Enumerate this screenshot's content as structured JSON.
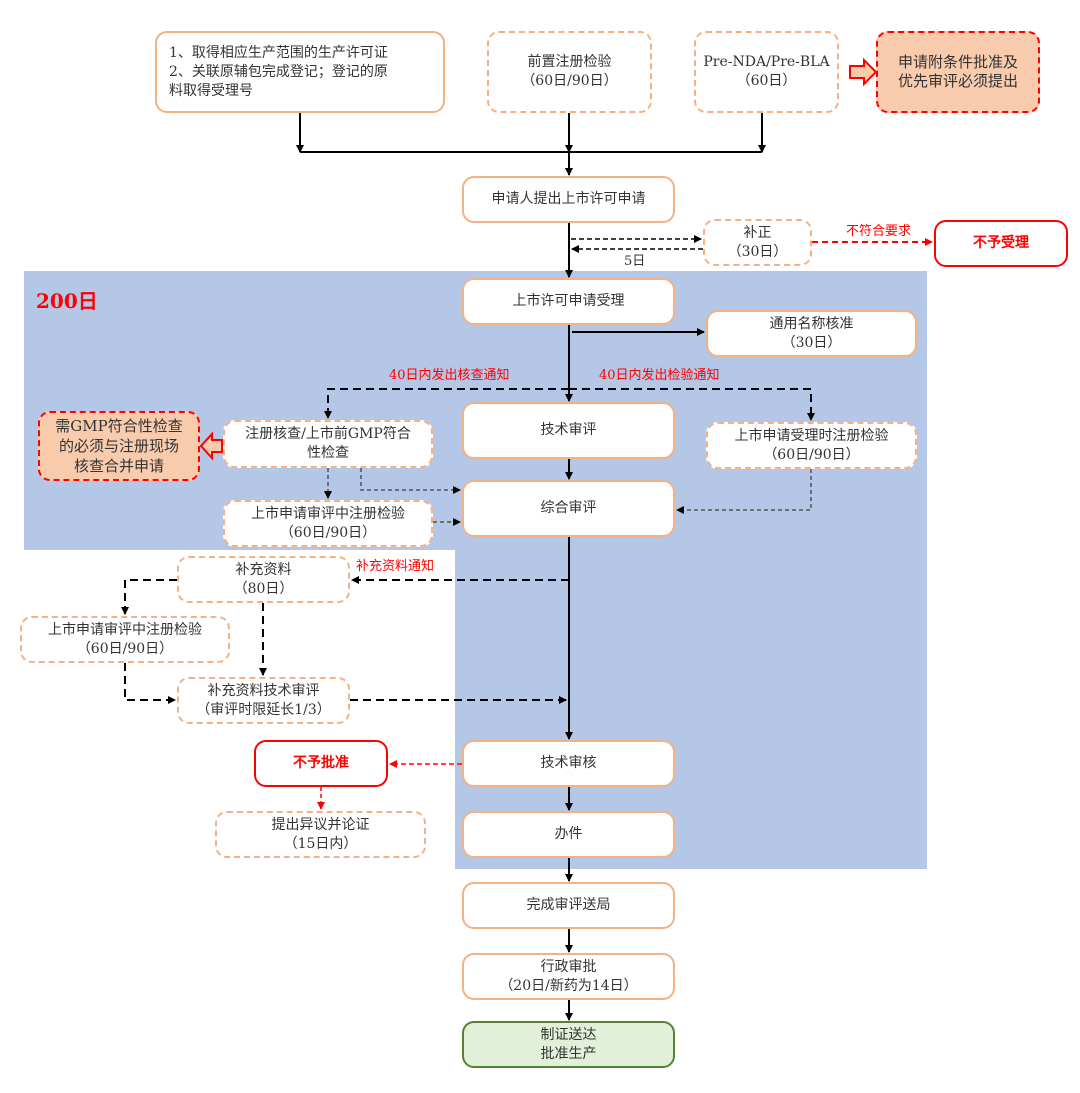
{
  "region": {
    "title": "200日"
  },
  "top": {
    "prereq": {
      "line1": "1、取得相应生产范围的生产许可证",
      "line2": "2、关联原辅包完成登记；登记的原",
      "line3": "料取得受理号"
    },
    "pre_inspection": {
      "line1": "前置注册检验",
      "line2": "（60日/90日）"
    },
    "pre_nda": {
      "line1": "Pre-NDA/Pre-BLA",
      "line2": "（60日）"
    },
    "conditional_note": {
      "line1": "申请附条件批准及",
      "line2": "优先审评必须提出"
    }
  },
  "flow": {
    "apply": "申请人提出上市许可申请",
    "correction": {
      "line1": "补正",
      "line2": "（30日）"
    },
    "correction_days": "5日",
    "not_compliant": "不符合要求",
    "rejected_acceptance": "不予受理",
    "accepted": "上市许可申请受理",
    "generic_name": {
      "line1": "通用名称核准",
      "line2": "（30日）"
    },
    "notice_inspection": "40日内发出核查通知",
    "notice_testing": "40日内发出检验通知",
    "tech_review": "技术审评",
    "gmp_check": {
      "line1": "注册核查/上市前GMP符合",
      "line2": "性检查"
    },
    "gmp_note": {
      "line1": "需GMP符合性检查",
      "line2": "的必须与注册现场",
      "line3": "核查合并申请"
    },
    "testing_on_accept": {
      "line1": "上市申请受理时注册检验",
      "line2": "（60日/90日）"
    },
    "testing_in_review": {
      "line1": "上市申请审评中注册检验",
      "line2": "（60日/90日）"
    },
    "comprehensive_review": "综合审评",
    "supplement_notice": "补充资料通知",
    "supplement": {
      "line1": "补充资料",
      "line2": "（80日）"
    },
    "testing_in_review_2": {
      "line1": "上市申请审评中注册检验",
      "line2": "（60日/90日）"
    },
    "supplement_review": {
      "line1": "补充资料技术审评",
      "line2": "（审评时限延长1/3）"
    },
    "tech_verification": "技术审核",
    "not_approved": "不予批准",
    "objection": {
      "line1": "提出异议并论证",
      "line2": "（15日内）"
    },
    "processing": "办件",
    "send_to_bureau": "完成审评送局",
    "admin_approval": {
      "line1": "行政审批",
      "line2": "（20日/新药为14日）"
    },
    "certificate": {
      "line1": "制证送达",
      "line2": "批准生产"
    }
  },
  "colors": {
    "region_fill": "#b4c7e7",
    "box_border": "#f4b183",
    "alert_red": "#ff0000",
    "note_fill": "#f8cbad",
    "final_fill": "#e2f0d9",
    "final_border": "#548235"
  }
}
